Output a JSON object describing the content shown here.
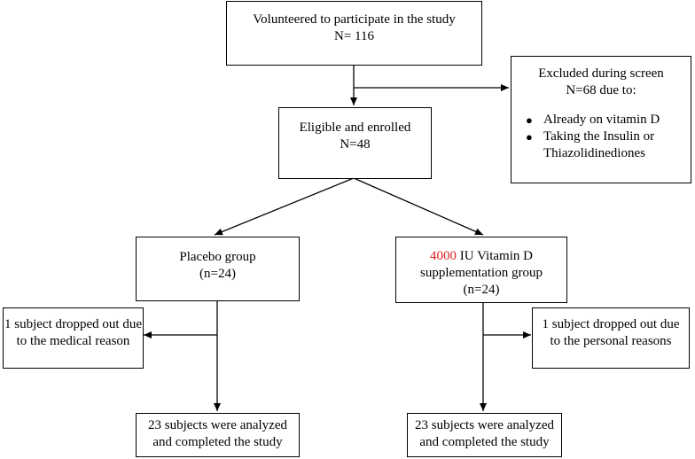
{
  "boxes": {
    "volunteered": {
      "line1": "Volunteered to participate in the study",
      "line2": "N= 116"
    },
    "excluded": {
      "line1": "Excluded during screen",
      "line2": "N=68 due to:",
      "reasons": [
        "Already on vitamin D",
        "Taking the Insulin or Thiazolidinediones"
      ]
    },
    "eligible": {
      "line1": "Eligible and enrolled",
      "line2": "N=48"
    },
    "placebo": {
      "line1": "Placebo group",
      "line2": "(n=24)"
    },
    "vitamin": {
      "dose": "4000",
      "line1_rest": " IU Vitamin D",
      "line2": "supplementation group",
      "line3": "(n=24)"
    },
    "dropout_left": {
      "line1": "1 subject dropped out due",
      "line2": "to the medical reason"
    },
    "dropout_right": {
      "line1": "1 subject dropped out due",
      "line2": "to the personal reasons"
    },
    "analyzed_left": {
      "line1": "23 subjects were analyzed",
      "line2": "and completed the study"
    },
    "analyzed_right": {
      "line1": "23 subjects were analyzed",
      "line2": "and completed the study"
    }
  },
  "colors": {
    "line": "#000000",
    "accent": "#e02020"
  }
}
